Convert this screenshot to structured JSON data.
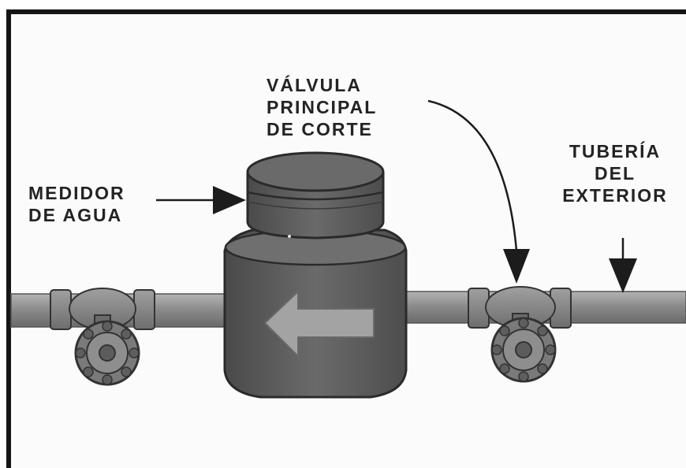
{
  "labels": {
    "valve": [
      "VÁLVULA",
      "PRINCIPAL",
      "DE CORTE"
    ],
    "meter": [
      "MEDIDOR",
      "DE AGUA"
    ],
    "pipe": [
      "TUBERÍA",
      "DEL",
      "EXTERIOR"
    ]
  },
  "colors": {
    "body": "#5c5c5c",
    "pipe": "#8a8a8a",
    "arrow": "#1c1c1c",
    "outline": "#333333",
    "flow_arrow": "#9a9a9a"
  },
  "icons": {
    "flow_direction": "left-arrow-icon",
    "callouts": "down-arrow-icon"
  }
}
